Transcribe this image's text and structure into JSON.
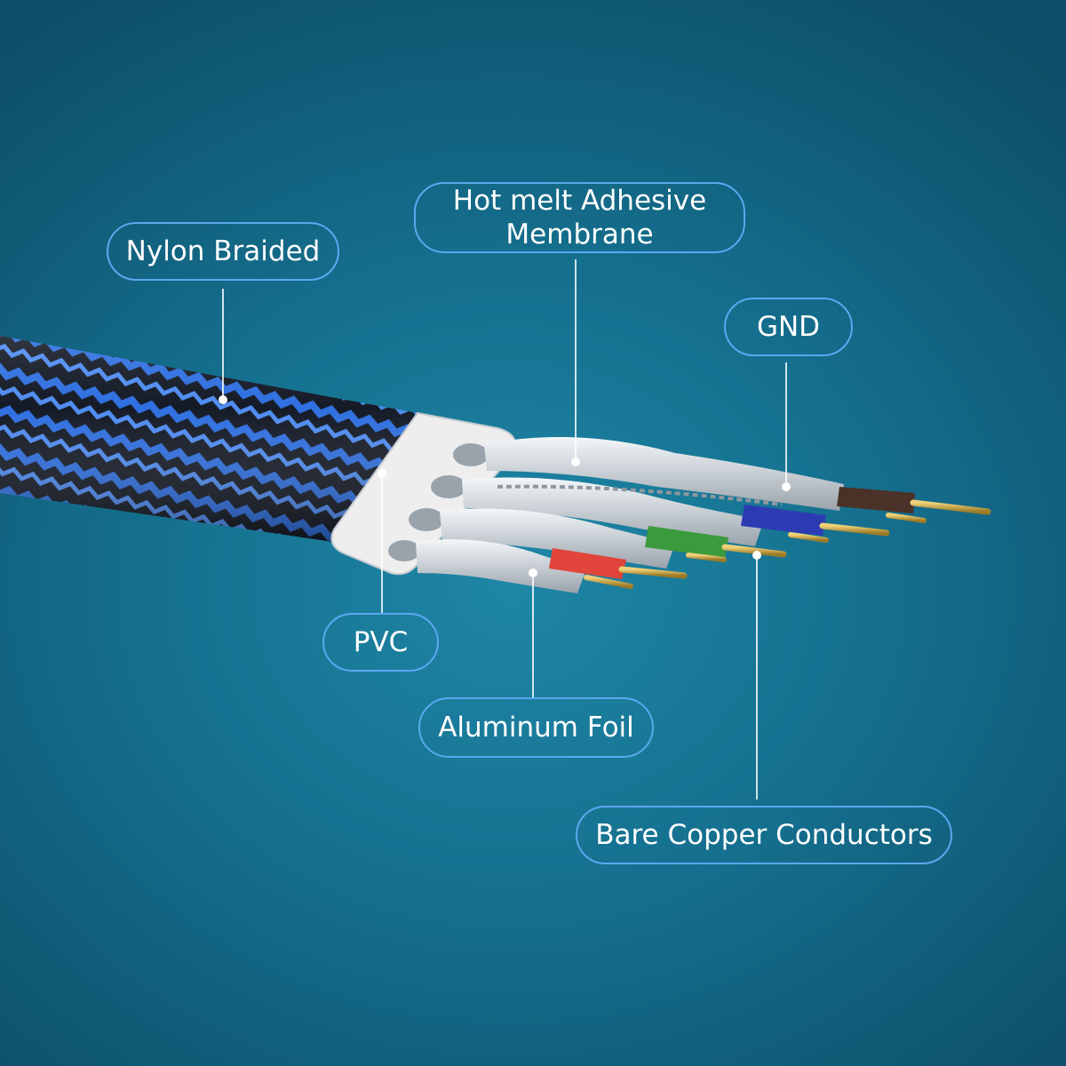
{
  "colors": {
    "accent": "#5aa8f0",
    "braid_blue": "#2f6fe0",
    "braid_black": "#141a26",
    "pvc_white": "#eeeeee",
    "foil_silver": "#d3d9de",
    "copper": "#c9a645",
    "wire_red": "#e0443a",
    "wire_green": "#3a9a3c",
    "wire_blue": "#2d3bb3",
    "wire_brown": "#4a3228"
  },
  "labels": {
    "nylon_braided": "Nylon Braided",
    "hot_melt_line1": "Hot melt Adhesive",
    "hot_melt_line2": "Membrane",
    "gnd": "GND",
    "pvc": "PVC",
    "aluminum_foil": "Aluminum Foil",
    "bare_copper": "Bare Copper Conductors"
  },
  "icons": {
    "cable": "cable-cross-section-illustration"
  }
}
